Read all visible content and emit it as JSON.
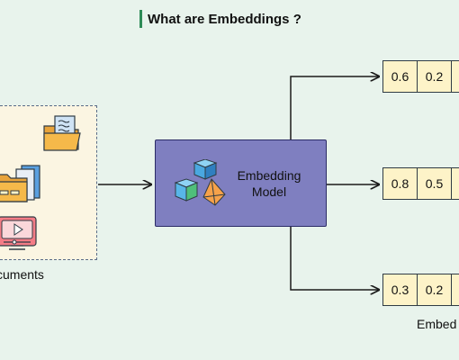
{
  "title": "What are Embeddings ?",
  "documents_label": "cuments",
  "model_label_line1": "Embedding",
  "model_label_line2": "Model",
  "vectors": [
    {
      "values": [
        "0.6",
        "0.2"
      ]
    },
    {
      "values": [
        "0.8",
        "0.5"
      ]
    },
    {
      "values": [
        "0.3",
        "0.2"
      ]
    }
  ],
  "embeddings_label": "Embed",
  "colors": {
    "background": "#e8f3ec",
    "title_accent": "#2e8b57",
    "documents_box": "#fbf5e2",
    "model_box": "#7f7fc0",
    "vector_cell": "#fdf3c8"
  },
  "icons": [
    "folder-with-document-icon",
    "stacked-folders-icon",
    "video-player-icon",
    "cubes-icon"
  ]
}
